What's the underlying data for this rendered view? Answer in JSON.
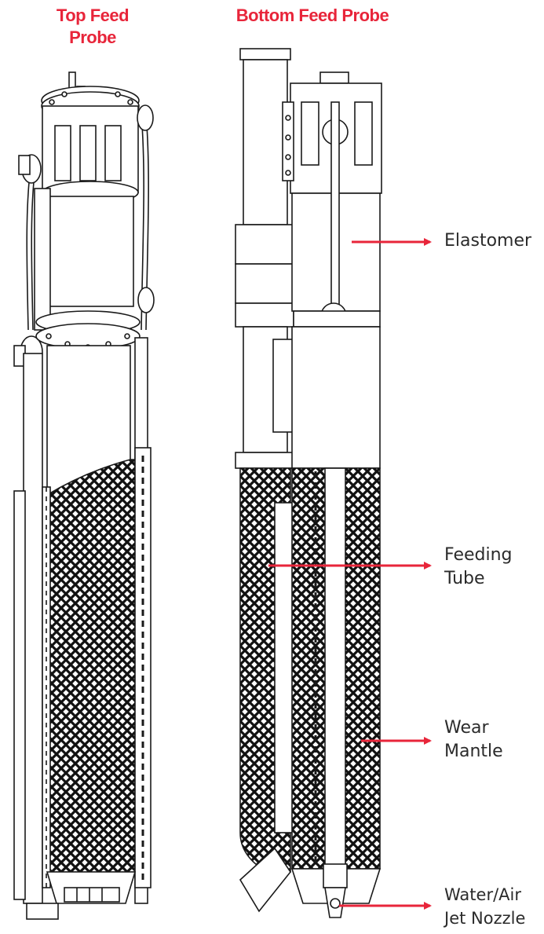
{
  "titles": {
    "top_feed": [
      "Top Feed",
      "Probe"
    ],
    "bottom_feed": "Bottom Feed Probe"
  },
  "callouts": {
    "elastomer": [
      "Elastomer"
    ],
    "feeding_tube": [
      "Feeding",
      "Tube"
    ],
    "wear_mantle": [
      "Wear",
      "Mantle"
    ],
    "jet_nozzle": [
      "Water/Air",
      "Jet Nozzle"
    ]
  },
  "colors": {
    "title": "#e8253a",
    "arrow": "#e8253a",
    "line_art": "#1a1a1a",
    "label": "#2b2b2b"
  }
}
